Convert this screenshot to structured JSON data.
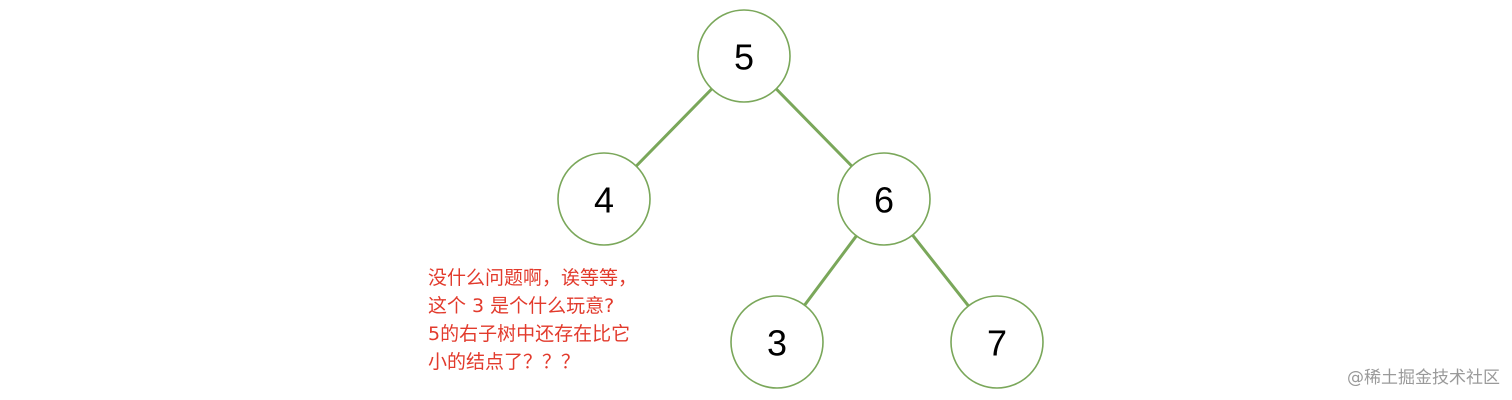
{
  "colors": {
    "edge": "#7aa75a",
    "node_border": "#7aa75a",
    "annotation_text": "#e23a2c",
    "watermark_text": "#9a9a9a"
  },
  "tree": {
    "nodes": [
      {
        "id": "root",
        "label": "5"
      },
      {
        "id": "left",
        "label": "4"
      },
      {
        "id": "right",
        "label": "6"
      },
      {
        "id": "right-left",
        "label": "3"
      },
      {
        "id": "right-right",
        "label": "7"
      }
    ],
    "edges": [
      {
        "from": "root",
        "to": "left"
      },
      {
        "from": "root",
        "to": "right"
      },
      {
        "from": "right",
        "to": "right-left"
      },
      {
        "from": "right",
        "to": "right-right"
      }
    ]
  },
  "annotation": {
    "lines": [
      "没什么问题啊，诶等等，",
      "这个 3 是个什么玩意?",
      "5的右子树中还存在比它",
      "小的结点了？？？"
    ]
  },
  "watermark": "@稀土掘金技术社区"
}
